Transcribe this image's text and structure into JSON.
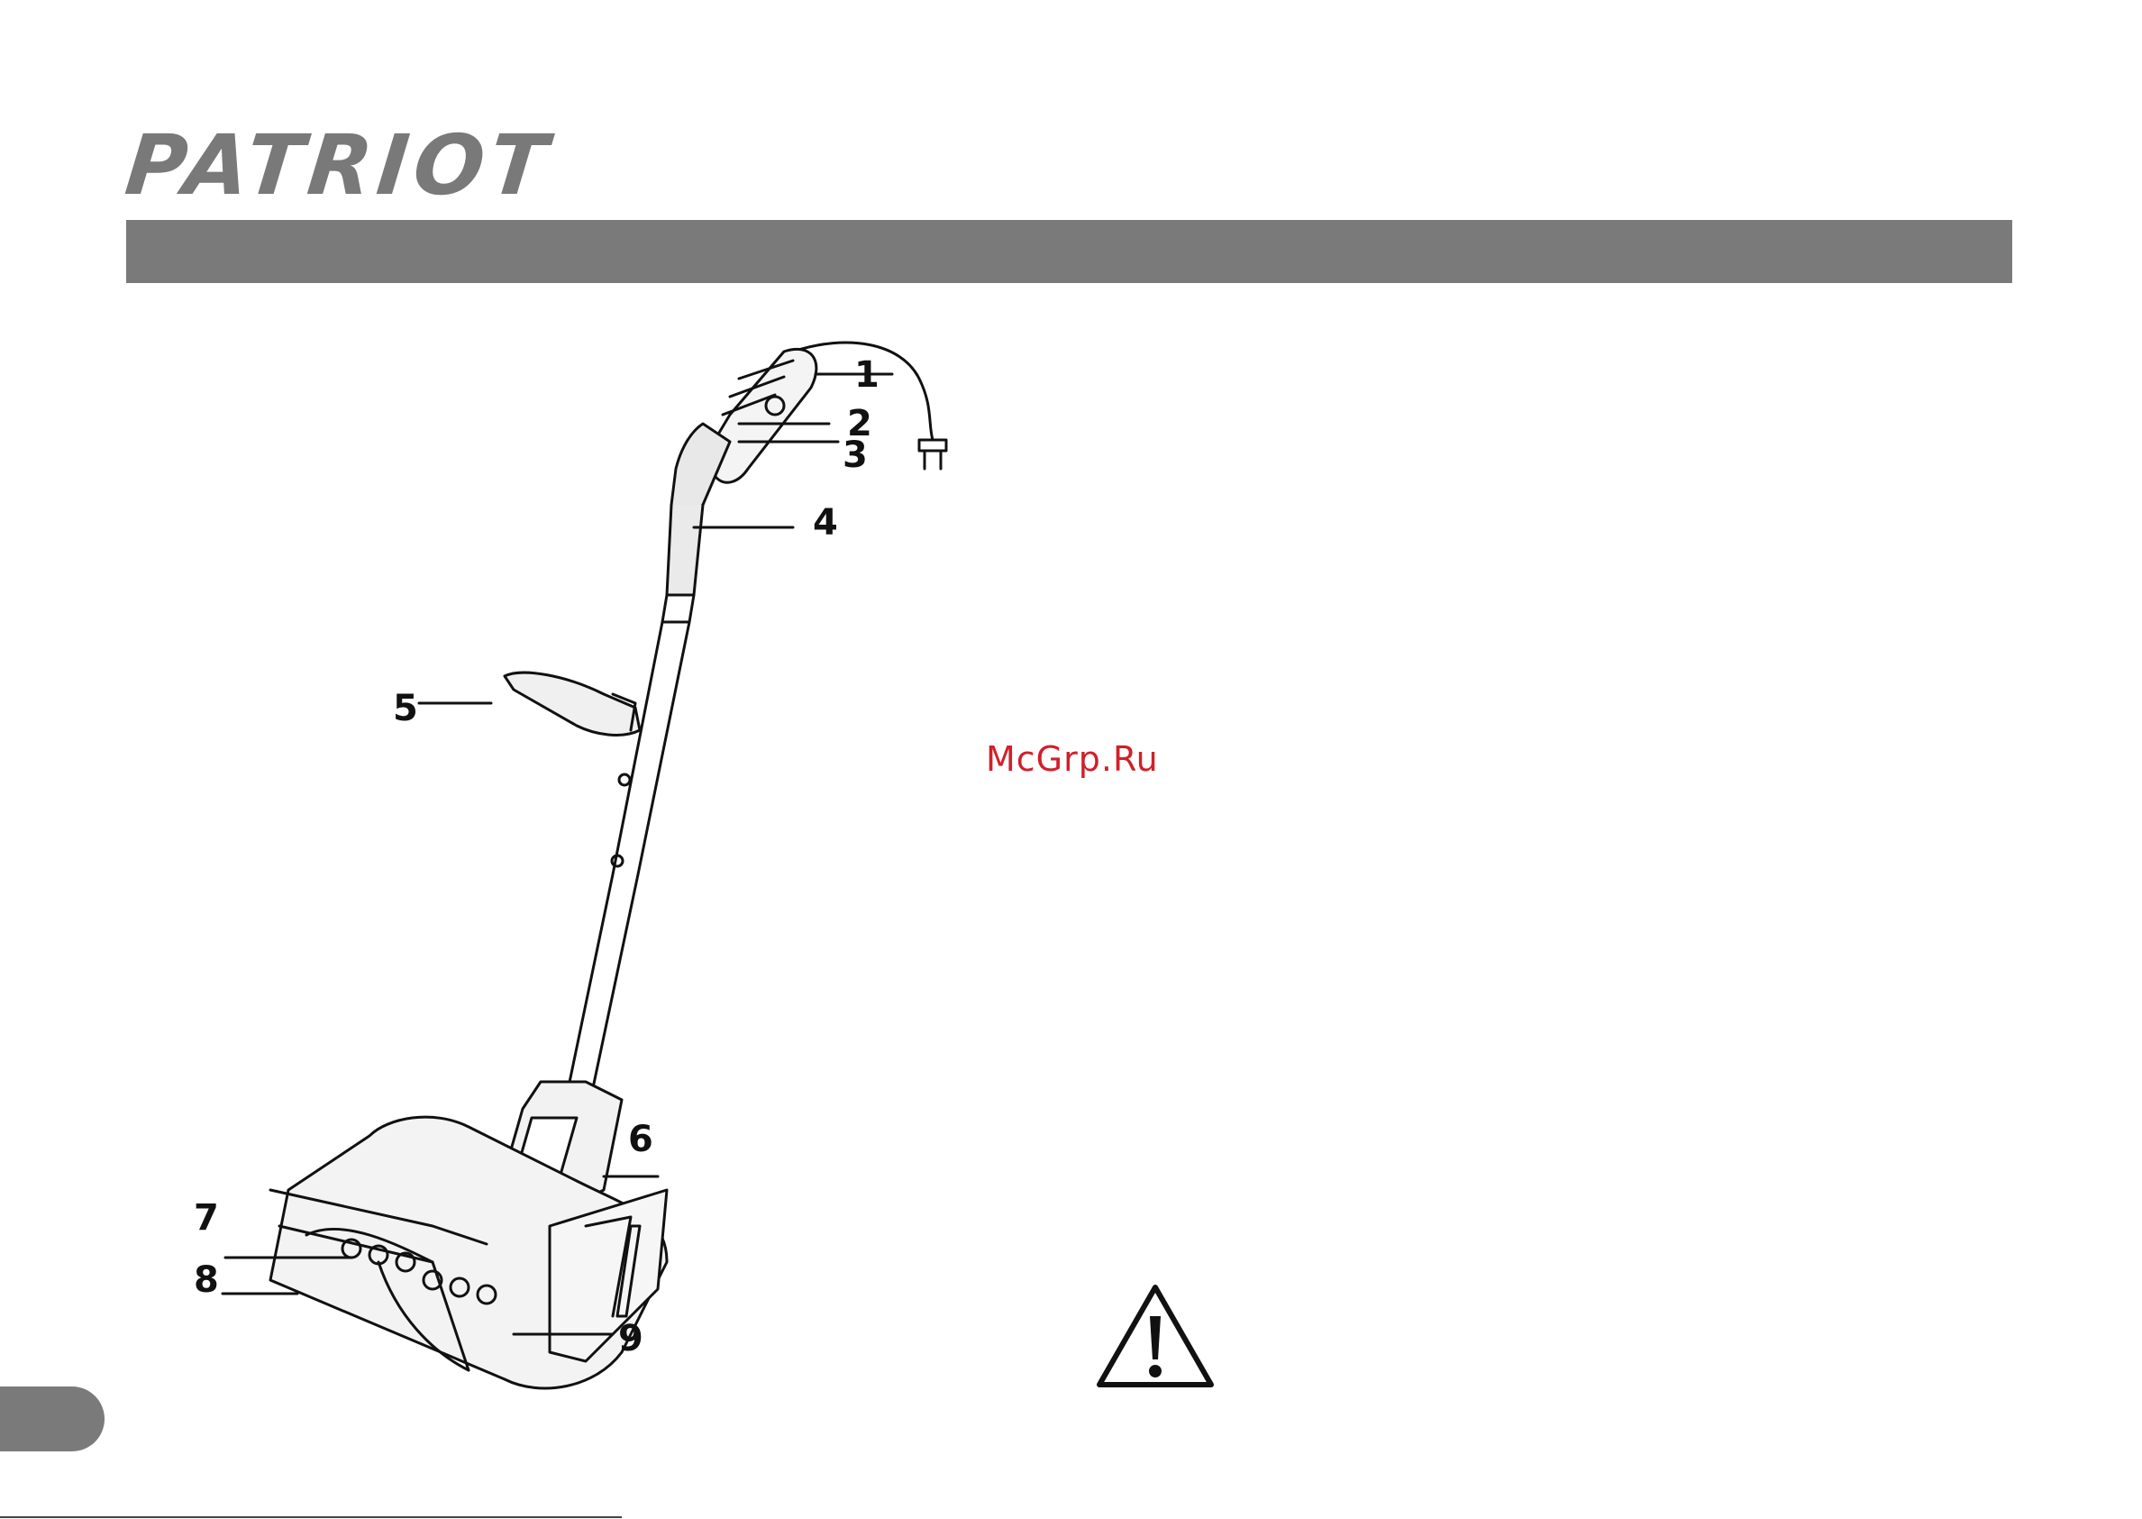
{
  "brand": {
    "logo_text": "PATRIOT",
    "color": "#7a7979"
  },
  "header_bar": {
    "color": "#7b7a7a"
  },
  "diagram": {
    "subject": "electric snow shovel",
    "callouts": [
      "1",
      "2",
      "3",
      "4",
      "5",
      "6",
      "7",
      "8",
      "9"
    ]
  },
  "watermark": {
    "text": "McGrp.Ru",
    "color": "#d0202a"
  },
  "icons": {
    "warning": "warning-triangle-icon"
  },
  "page_tab": {
    "color": "#7b7a7a"
  }
}
